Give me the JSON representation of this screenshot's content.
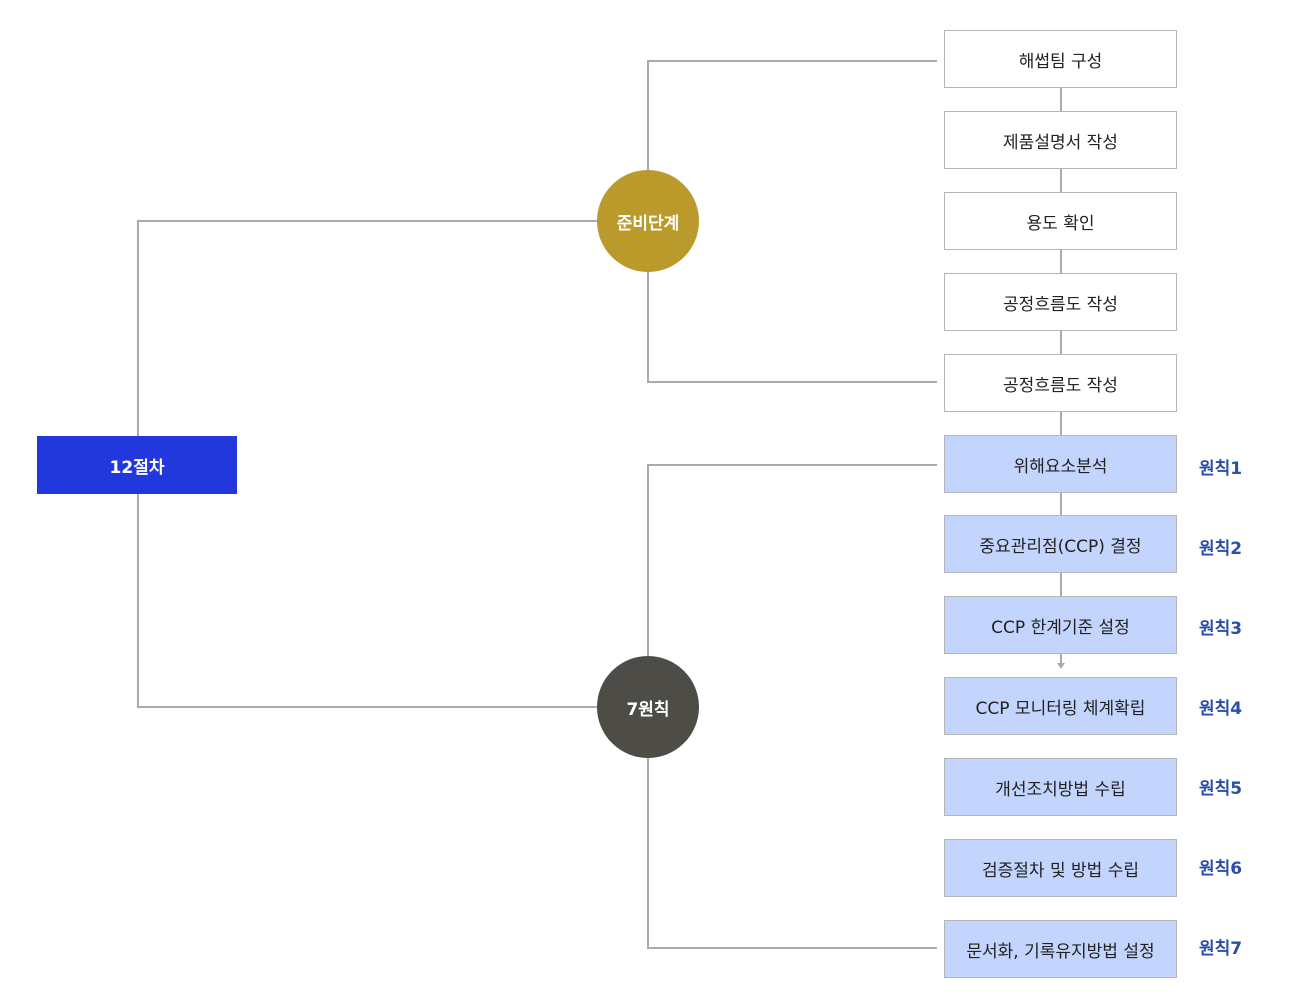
{
  "root": {
    "label": "12절차",
    "color": "#2238dc"
  },
  "prep": {
    "label": "준비단계",
    "color": "#b99a2a"
  },
  "principles": {
    "label": "7원칙",
    "color": "#4e4c46"
  },
  "prep_steps": [
    "해썹팀 구성",
    "제품설명서 작성",
    "용도 확인",
    "공정흐름도 작성",
    "공정흐름도 작성"
  ],
  "principle_steps": [
    {
      "label": "위해요소분석",
      "tag": "원칙1"
    },
    {
      "label": "중요관리점(CCP) 결정",
      "tag": "원칙2"
    },
    {
      "label": "CCP 한계기준 설정",
      "tag": "원칙3"
    },
    {
      "label": "CCP 모니터링 체계확립",
      "tag": "원칙4"
    },
    {
      "label": "개선조치방법 수립",
      "tag": "원칙5"
    },
    {
      "label": "검증절차 및 방법 수립",
      "tag": "원칙6"
    },
    {
      "label": "문서화, 기록유지방법 설정",
      "tag": "원칙7"
    }
  ]
}
